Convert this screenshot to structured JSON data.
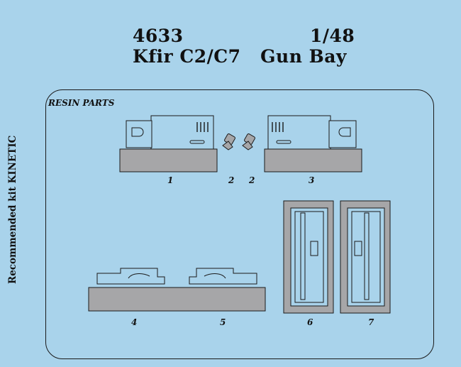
{
  "header": {
    "code": "4633",
    "scale": "1/48",
    "title": "Kfir C2/C7   Gun Bay"
  },
  "side_note": "Recommended kit KINETIC",
  "section_label": "RESIN PARTS",
  "part_numbers": {
    "p1": "1",
    "p2a": "2",
    "p2b": "2",
    "p3": "3",
    "p4": "4",
    "p5": "5",
    "p6": "6",
    "p7": "7"
  },
  "colors": {
    "background": "#a9d3eb",
    "resin": "#a6a6a8",
    "line": "#1a1a1a"
  }
}
